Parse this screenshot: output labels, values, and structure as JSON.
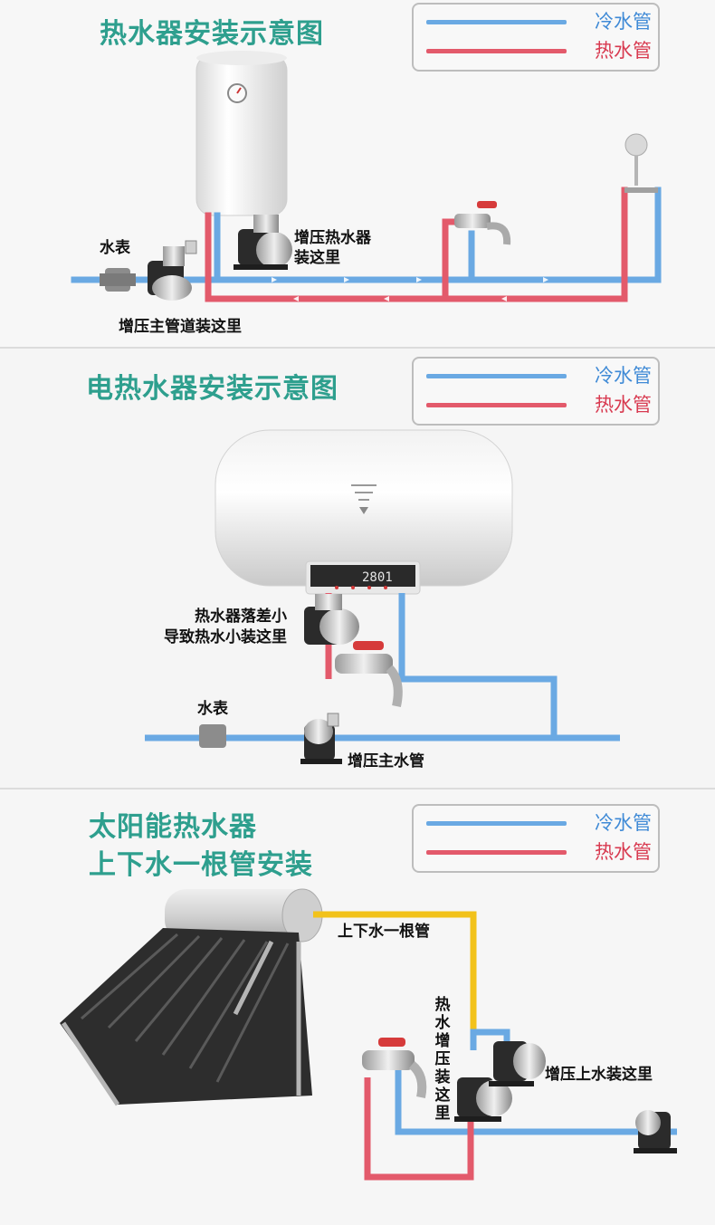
{
  "legend": {
    "cold_label": "冷水管",
    "hot_label": "热水管"
  },
  "section1": {
    "title": "热水器安装示意图",
    "water_meter_label": "水表",
    "booster_heater_label_line1": "增压热水器",
    "booster_heater_label_line2": "装这里",
    "main_pipe_booster_label": "增压主管道装这里"
  },
  "section2": {
    "title": "电热水器安装示意图",
    "display_text": "2801",
    "small_drop_label_line1": "热水器落差小",
    "small_drop_label_line2": "导致热水小装这里",
    "water_meter_label": "水表",
    "main_pipe_label": "增压主水管"
  },
  "section3": {
    "title_line1": "太阳能热水器",
    "title_line2": "上下水一根管安装",
    "single_pipe_label": "上下水一根管",
    "hot_booster_label": "热水增压装这里",
    "upper_water_label": "增压上水装这里"
  },
  "colors": {
    "title": "#2e9f8e",
    "cold_pipe": "#6aa9e3",
    "hot_pipe": "#e35a6b",
    "solar_pipe": "#f2c21a"
  }
}
